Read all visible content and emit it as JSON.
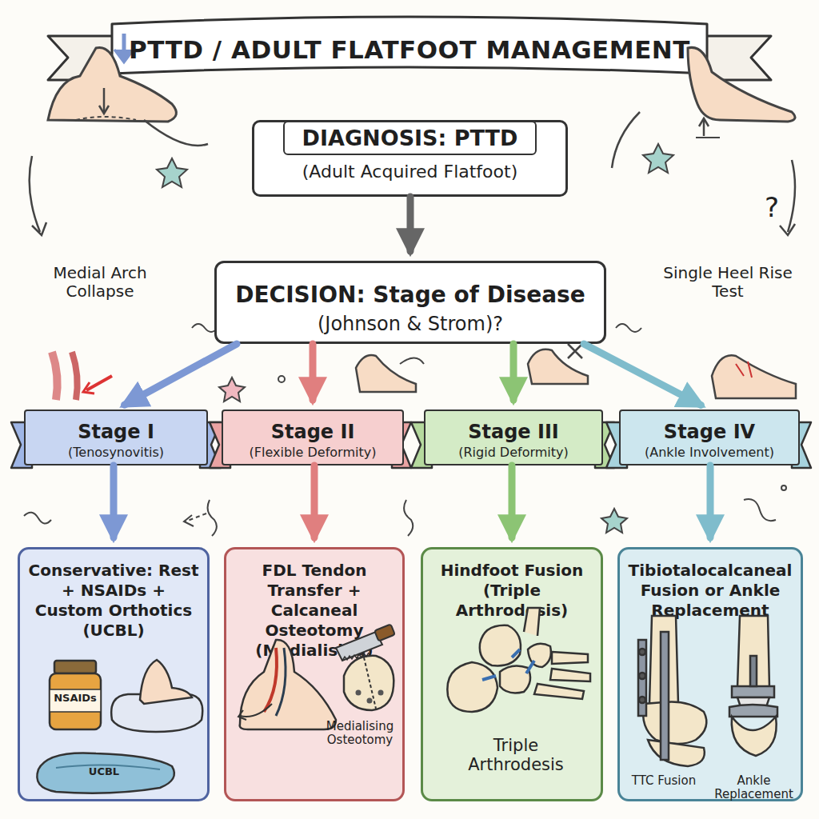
{
  "diagram": {
    "title": "PTTD / ADULT FLATFOOT MANAGEMENT",
    "nodes": [
      {
        "text": [
          "DIAGNOSIS: PTTD",
          "(Adult Acquired Flatfoot)"
        ]
      },
      {
        "text": [
          "DECISION: Stage of Disease",
          "(Johnson & Strom)?"
        ]
      },
      {
        "text": [
          "Stage I",
          "(Tenosynovitis)"
        ]
      },
      {
        "text": [
          "Stage II",
          "(Flexible Deformity)"
        ]
      },
      {
        "text": [
          "Stage III",
          "(Rigid Deformity)"
        ]
      },
      {
        "text": [
          "Stage IV",
          "(Ankle Involvement)"
        ]
      },
      {
        "text": [
          "Conservative: Rest + NSAIDs + Custom Orthotics (UCBL)"
        ]
      },
      {
        "text": [
          "FDL Tendon Transfer + Calcaneal Osteotomy (Medialising)"
        ]
      },
      {
        "text": [
          "Hindfoot Fusion (Triple Arthrodesis)"
        ]
      },
      {
        "text": [
          "Tibiotalocalcaneal Fusion or Ankle Replacement"
        ]
      }
    ],
    "edges": [
      {
        "from": 0,
        "to": 1,
        "arrow": "to"
      },
      {
        "from": 1,
        "to": 2,
        "arrow": "to"
      },
      {
        "from": 1,
        "to": 3,
        "arrow": "to"
      },
      {
        "from": 1,
        "to": 4,
        "arrow": "to"
      },
      {
        "from": 1,
        "to": 5,
        "arrow": "to"
      },
      {
        "from": 2,
        "to": 6,
        "arrow": "to"
      },
      {
        "from": 3,
        "to": 7,
        "arrow": "to"
      },
      {
        "from": 4,
        "to": 8,
        "arrow": "to"
      },
      {
        "from": 5,
        "to": 9,
        "arrow": "to"
      }
    ],
    "labels": [
      "Medial Arch Collapse",
      "Single Heel Rise Test",
      "?",
      "NSAIDs",
      "UCBL",
      "Medialising Osteotomy",
      "Triple Arthrodesis",
      "TTC Fusion",
      "Ankle Replacement"
    ]
  }
}
